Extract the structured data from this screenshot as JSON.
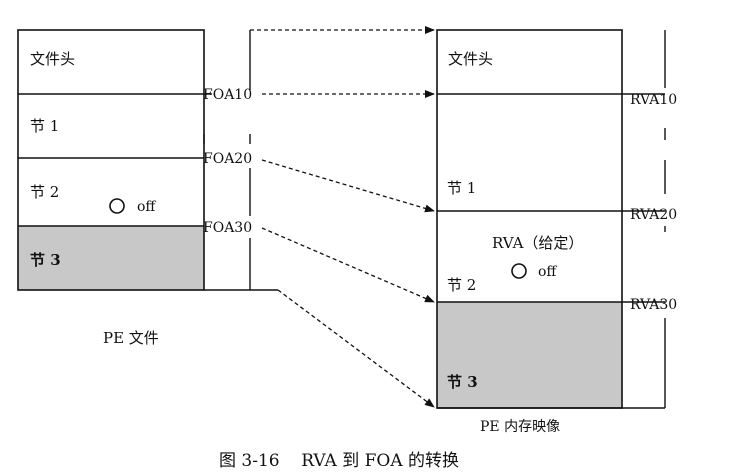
{
  "left_file": {
    "sections": {
      "header": "文件头",
      "s1": "节 1",
      "s2": "节 2",
      "s3": "节 3"
    },
    "offset_marker": "off",
    "labels": {
      "foa10": "FOA10",
      "foa20": "FOA20",
      "foa30": "FOA30"
    },
    "title": "PE 文件"
  },
  "right_image": {
    "sections": {
      "header": "文件头",
      "s1": "节 1",
      "s2": "节 2",
      "s3": "节 3"
    },
    "given_rva": "RVA（给定）",
    "offset_marker": "off",
    "labels": {
      "rva10": "RVA10",
      "rva20": "RVA20",
      "rva30": "RVA30"
    },
    "title": "PE 内存映像"
  },
  "caption": "图 3-16    RVA 到 FOA 的转换",
  "colors": {
    "line": "#111111",
    "shade": "#c8c8c8",
    "background": "#ffffff"
  }
}
